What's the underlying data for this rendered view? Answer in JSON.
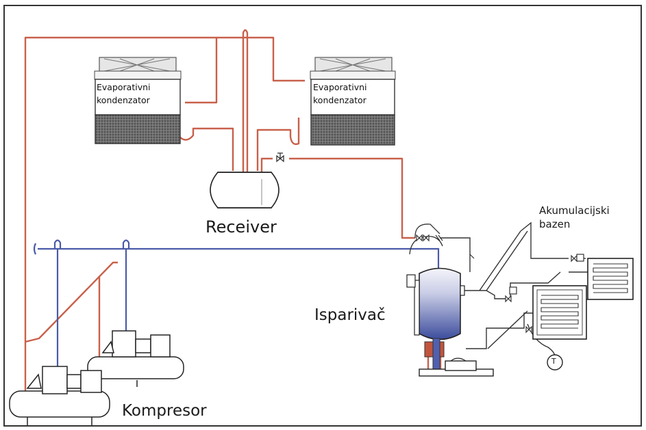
{
  "labels": {
    "condenser_left": "Evaporativni\nkondenzator",
    "condenser_right": "Evaporativni\nkondenzator",
    "receiver": "Receiver",
    "evaporator": "Isparivač",
    "storage_tank": "Akumulacijski\nbazen",
    "compressor": "Kompresor",
    "thermometer": "T"
  },
  "colors": {
    "discharge_line": "#c8604a",
    "suction_line": "#4a5aa8",
    "outline": "#2a2a2a",
    "evaporator_fill_top": "#f4f4fa",
    "evaporator_fill_bottom": "#3c4c9c"
  }
}
